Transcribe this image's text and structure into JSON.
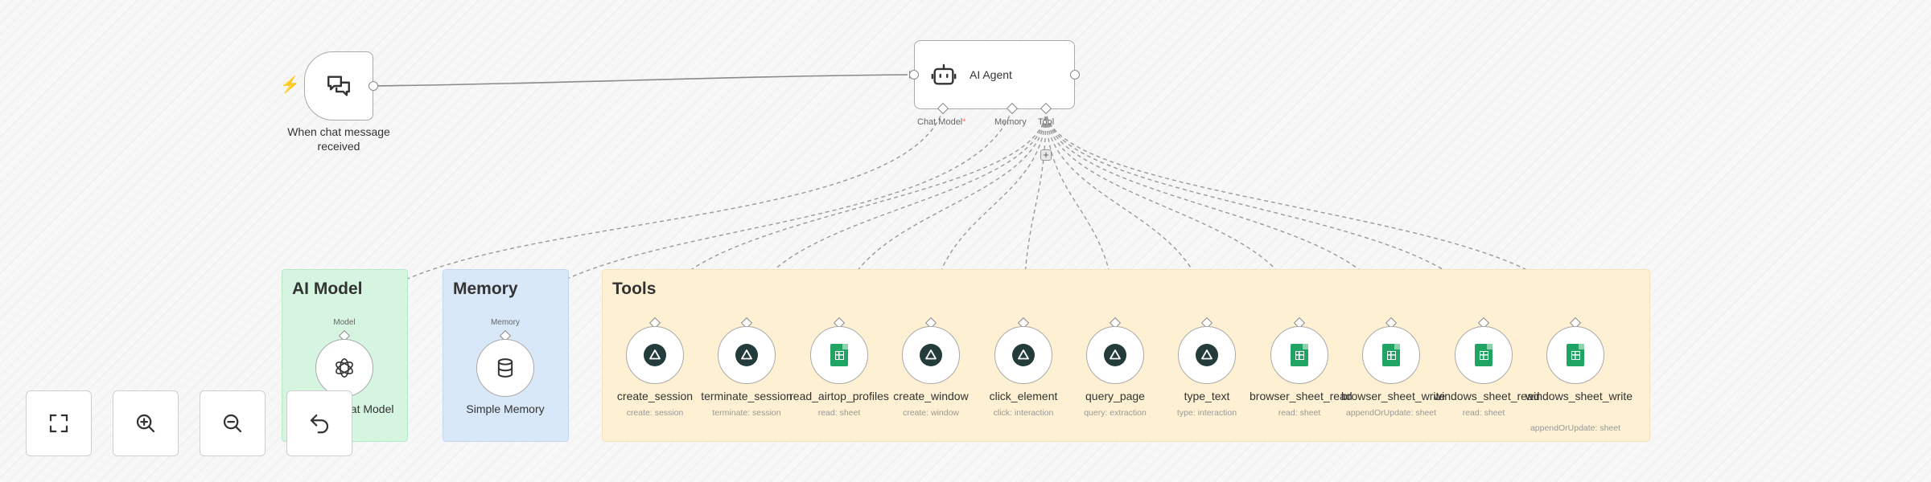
{
  "trigger": {
    "label": "When chat message received",
    "icon": "chat-bubbles-icon"
  },
  "agent": {
    "label": "AI Agent",
    "icon": "robot-icon",
    "ports": [
      {
        "label": "Chat Model",
        "required": "*"
      },
      {
        "label": "Memory",
        "required": ""
      },
      {
        "label": "Tool",
        "required": ""
      }
    ]
  },
  "stickies": {
    "model_title": "AI Model",
    "memory_title": "Memory",
    "tools_title": "Tools"
  },
  "model_node": {
    "port_label": "Model",
    "name": "OpenAI Chat Model",
    "icon": "openai-icon"
  },
  "memory_node": {
    "port_label": "Memory",
    "name": "Simple Memory",
    "icon": "database-icon"
  },
  "tools": [
    {
      "name": "create_session",
      "subtitle": "create: session",
      "icon": "airtop-icon"
    },
    {
      "name": "terminate_session",
      "subtitle": "terminate: session",
      "icon": "airtop-icon"
    },
    {
      "name": "read_airtop_profiles",
      "subtitle": "read: sheet",
      "icon": "google-sheets-icon"
    },
    {
      "name": "create_window",
      "subtitle": "create: window",
      "icon": "airtop-icon"
    },
    {
      "name": "click_element",
      "subtitle": "click: interaction",
      "icon": "airtop-icon"
    },
    {
      "name": "query_page",
      "subtitle": "query: extraction",
      "icon": "airtop-icon"
    },
    {
      "name": "type_text",
      "subtitle": "type: interaction",
      "icon": "airtop-icon"
    },
    {
      "name": "browser_sheet_read",
      "subtitle": "read: sheet",
      "icon": "google-sheets-icon"
    },
    {
      "name": "browser_sheet_write",
      "subtitle": "appendOrUpdate: sheet",
      "icon": "google-sheets-icon"
    },
    {
      "name": "windows_sheet_read",
      "subtitle": "read: sheet",
      "icon": "google-sheets-icon"
    },
    {
      "name": "windows_sheet_write",
      "subtitle": "appendOrUpdate: sheet",
      "icon": "google-sheets-icon"
    }
  ],
  "controls": [
    {
      "name": "fit-view-button",
      "icon": "expand-icon"
    },
    {
      "name": "zoom-in-button",
      "icon": "zoom-in-icon"
    },
    {
      "name": "zoom-out-button",
      "icon": "zoom-out-icon"
    },
    {
      "name": "reset-zoom-button",
      "icon": "undo-icon"
    }
  ],
  "colors": {
    "trigger_bolt": "#ff6d5a",
    "model_sticky": "#d6f5e1",
    "memory_sticky": "#d9e8f8",
    "tools_sticky": "#fdf0d3",
    "airtop_icon": "#233b3b",
    "sheets_icon": "#1fa463"
  }
}
